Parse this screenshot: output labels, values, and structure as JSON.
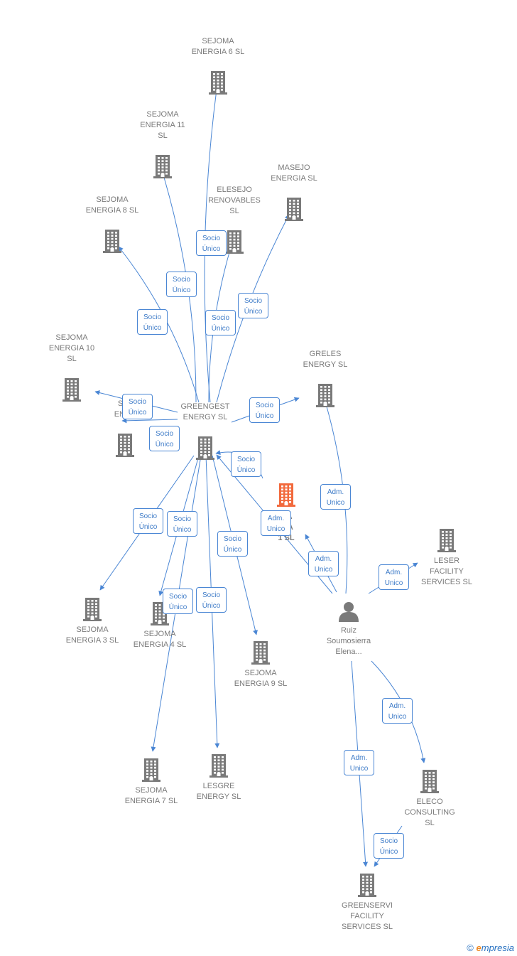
{
  "colors": {
    "edge": "#4a86d4",
    "company_icon": "#7a7a7a",
    "company_icon_highlight": "#f26a3d",
    "person_icon": "#7a7a7a",
    "label_text": "#7a7a7a",
    "brand_blue": "#2a73c2",
    "brand_orange": "#f08a24"
  },
  "nodes": [
    {
      "id": "sejoma6",
      "label": "SEJOMA\nENERGIA 6  SL",
      "icon": "building-icon"
    },
    {
      "id": "sejoma11",
      "label": "SEJOMA\nENERGIA 11\nSL",
      "icon": "building-icon"
    },
    {
      "id": "masejo",
      "label": "MASEJO\nENERGIA  SL",
      "icon": "building-icon"
    },
    {
      "id": "elesejo",
      "label": "ELESEJO\nRENOVABLES\nSL",
      "icon": "building-icon"
    },
    {
      "id": "sejoma8",
      "label": "SEJOMA\nENERGIA 8  SL",
      "icon": "building-icon"
    },
    {
      "id": "sejoma10",
      "label": "SEJOMA\nENERGIA 10\nSL",
      "icon": "building-icon"
    },
    {
      "id": "greles",
      "label": "GRELES\nENERGY  SL",
      "icon": "building-icon"
    },
    {
      "id": "sejomaX",
      "label": "SEJ\nENER",
      "icon": "building-icon"
    },
    {
      "id": "greengest",
      "label": "GREENGEST\nENERGY  SL",
      "icon": "building-icon"
    },
    {
      "id": "sejoma1",
      "label": "MA\nGIA\n1  SL",
      "icon": "building-icon",
      "highlight": true
    },
    {
      "id": "leser",
      "label": "LESER\nFACILITY\nSERVICES  SL",
      "icon": "building-icon"
    },
    {
      "id": "sejoma3",
      "label": "SEJOMA\nENERGIA 3  SL",
      "icon": "building-icon"
    },
    {
      "id": "sejoma4",
      "label": "SEJOMA\nENERGIA 4  SL",
      "icon": "building-icon"
    },
    {
      "id": "ruiz",
      "label": "Ruiz\nSoumosierra\nElena...",
      "icon": "person-icon"
    },
    {
      "id": "sejoma9",
      "label": "SEJOMA\nENERGIA 9  SL",
      "icon": "building-icon"
    },
    {
      "id": "sejoma7",
      "label": "SEJOMA\nENERGIA 7  SL",
      "icon": "building-icon"
    },
    {
      "id": "lesgre",
      "label": "LESGRE\nENERGY  SL",
      "icon": "building-icon"
    },
    {
      "id": "eleco",
      "label": "ELECO\nCONSULTING\nSL",
      "icon": "building-icon"
    },
    {
      "id": "greenservi",
      "label": "GREENSERVI\nFACILITY\nSERVICES  SL",
      "icon": "building-icon"
    }
  ],
  "edges": [
    {
      "from": "greengest",
      "to": "sejoma6",
      "label": "Socio\nÚnico"
    },
    {
      "from": "greengest",
      "to": "sejoma11",
      "label": "Socio\nÚnico"
    },
    {
      "from": "greengest",
      "to": "sejoma8",
      "label": "Socio\nÚnico"
    },
    {
      "from": "greengest",
      "to": "elesejo",
      "label": "Socio\nÚnico"
    },
    {
      "from": "greengest",
      "to": "masejo",
      "label": "Socio\nÚnico"
    },
    {
      "from": "greengest",
      "to": "sejoma10",
      "label": "Socio\nÚnico"
    },
    {
      "from": "greengest",
      "to": "sejomaX",
      "label": "Socio\nÚnico"
    },
    {
      "from": "greengest",
      "to": "greles",
      "label": "Socio\nÚnico"
    },
    {
      "from": "sejoma1",
      "to": "greengest",
      "label": "Socio\nÚnico"
    },
    {
      "from": "greengest",
      "to": "sejoma3",
      "label": "Socio\nÚnico"
    },
    {
      "from": "greengest",
      "to": "sejoma4",
      "label": "Socio\nÚnico"
    },
    {
      "from": "greengest",
      "to": "sejoma9",
      "label": "Socio\nÚnico"
    },
    {
      "from": "greengest",
      "to": "sejoma7",
      "label": "Socio\nÚnico"
    },
    {
      "from": "greengest",
      "to": "lesgre",
      "label": "Socio\nÚnico"
    },
    {
      "from": "ruiz",
      "to": "greengest",
      "label": "Adm.\nUnico"
    },
    {
      "from": "ruiz",
      "to": "sejoma1",
      "label": "Adm.\nUnico"
    },
    {
      "from": "ruiz",
      "to": "greles",
      "label": "Adm.\nUnico"
    },
    {
      "from": "ruiz",
      "to": "leser",
      "label": "Adm.\nUnico"
    },
    {
      "from": "ruiz",
      "to": "eleco",
      "label": "Adm.\nUnico"
    },
    {
      "from": "ruiz",
      "to": "greenservi",
      "label": "Adm.\nUnico"
    },
    {
      "from": "eleco",
      "to": "greenservi",
      "label": "Socio\nÚnico"
    }
  ],
  "brand": {
    "copyright": "©",
    "e": "e",
    "rest": "mpresia"
  }
}
